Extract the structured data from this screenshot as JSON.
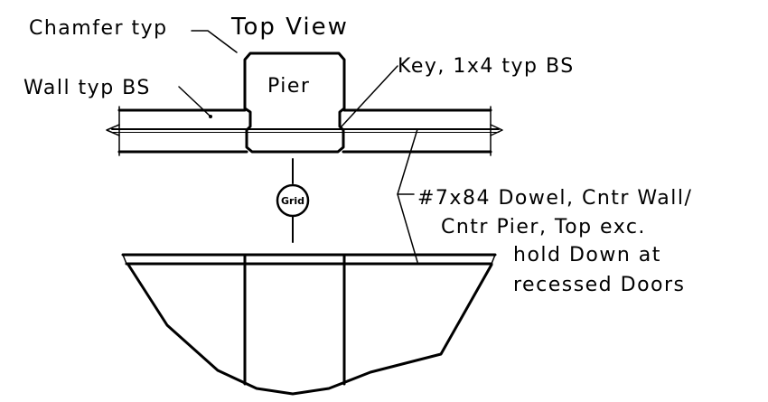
{
  "diagram": {
    "title": "Top View",
    "labels": {
      "chamfer": "Chamfer typ",
      "wall": "Wall typ BS",
      "pier": "Pier",
      "key": "Key, 1x4 typ BS",
      "grid": "Grid",
      "dowel_lines": [
        "#7x84 Dowel, Cntr Wall/",
        "Cntr Pier, Top exc.",
        "hold Down at",
        "recessed Doors"
      ]
    },
    "colors": {
      "line": "#000000",
      "background": "#ffffff"
    }
  }
}
